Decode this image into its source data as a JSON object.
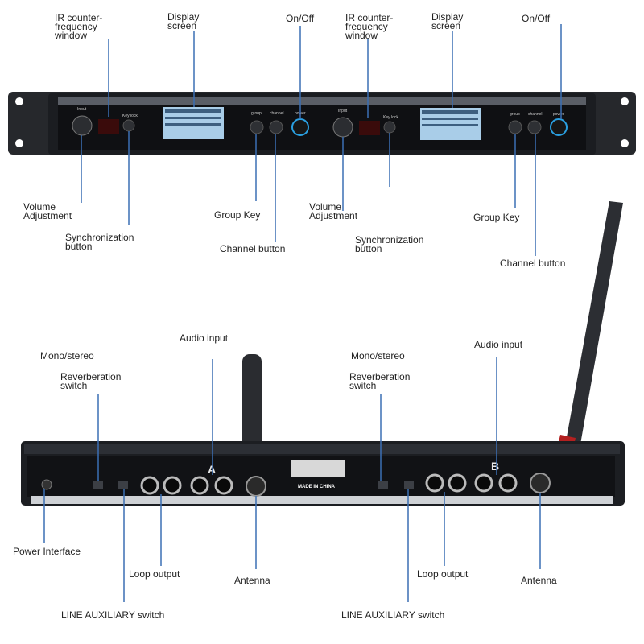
{
  "front_panel": {
    "left_unit": {
      "ir_window": "IR counter-\nfrequency\nwindow",
      "display_screen": "Display\nscreen",
      "on_off": "On/Off",
      "volume": "Volume\nAdjustment",
      "sync_button": "Synchronization\nbutton",
      "group_key": "Group Key",
      "channel_button": "Channel button"
    },
    "right_unit": {
      "ir_window": "IR counter-\nfrequency\nwindow",
      "display_screen": "Display\nscreen",
      "on_off": "On/Off",
      "volume": "Volume\nAdjustment",
      "sync_button": "Synchronization\nbutton",
      "group_key": "Group Key",
      "channel_button": "Channel button"
    },
    "panel_text": {
      "input": "Input",
      "keylock": "Key lock",
      "group": "group",
      "channel": "channel",
      "power": "power"
    }
  },
  "rear_panel": {
    "left_unit": {
      "mono_stereo": "Mono/stereo",
      "reverb": "Reverberation\nswitch",
      "audio_input": "Audio input",
      "power_interface": "Power Interface",
      "loop_output": "Loop output",
      "antenna": "Antenna",
      "line_aux": "LINE AUXILIARY switch"
    },
    "right_unit": {
      "mono_stereo": "Mono/stereo",
      "reverb": "Reverberation\nswitch",
      "audio_input": "Audio input",
      "loop_output": "Loop output",
      "antenna": "Antenna",
      "line_aux": "LINE AUXILIARY switch"
    },
    "channel_a": "A",
    "channel_b": "B",
    "made_in": "MADE IN CHINA"
  },
  "colors": {
    "leader_line": "#3b6fb4",
    "chassis": "#1a1c20",
    "lcd": "#a9cde8",
    "power_ring": "#2a9fe0"
  }
}
